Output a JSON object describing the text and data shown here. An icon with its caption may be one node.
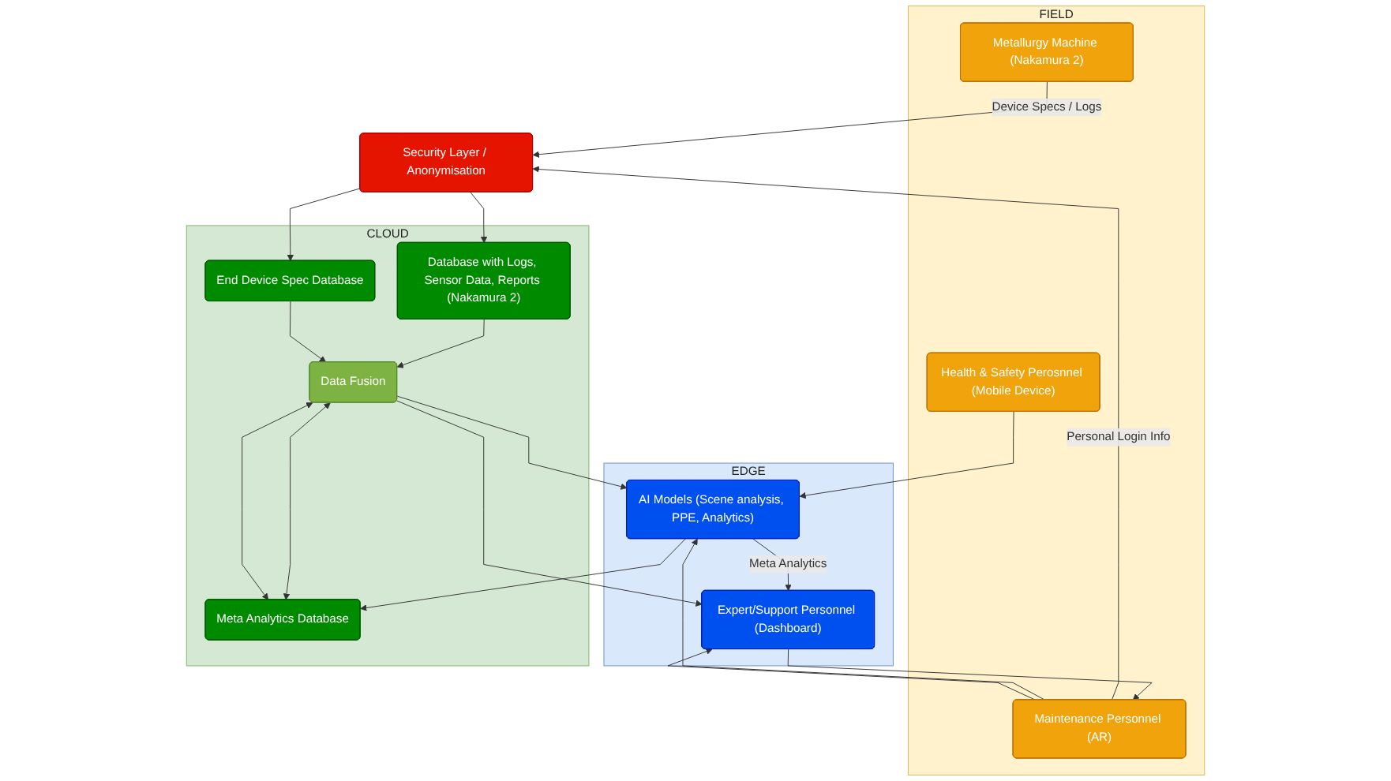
{
  "diagram": {
    "nodes": [
      {
        "text": [
          "Security Layer / Anonymisation"
        ]
      },
      {
        "text": [
          "FIELD"
        ]
      },
      {
        "text": [
          "Metallurgy Machine (Nakamura 2)"
        ],
        "in": 1
      },
      {
        "text": [
          "Health & Safety Perosnnel (Mobile Device)"
        ],
        "in": 1
      },
      {
        "text": [
          "Maintenance Personnel (AR)"
        ],
        "in": 1
      },
      {
        "text": [
          "EDGE"
        ]
      },
      {
        "text": [
          "AI Models (Scene analysis, PPE, Analytics)"
        ],
        "in": 5
      },
      {
        "text": [
          "Expert/Support Personnel (Dashboard)"
        ],
        "in": 5
      },
      {
        "text": [
          "CLOUD"
        ]
      },
      {
        "text": [
          "Data Fusion"
        ],
        "in": 8
      },
      {
        "text": [
          "Database with Logs, Sensor Data, Reports (Nakamura 2)"
        ],
        "in": 8
      },
      {
        "text": [
          "End Device Spec Database"
        ],
        "in": 8
      },
      {
        "text": [
          "Meta Analytics Database"
        ],
        "in": 8
      }
    ],
    "edges": [
      {
        "from": 2,
        "to": 0,
        "arrow": "to",
        "label": "Device Specs / Logs"
      },
      {
        "from": 4,
        "to": 0,
        "arrow": "to",
        "label": "Personal Login Info"
      },
      {
        "from": 0,
        "to": 10,
        "arrow": "to"
      },
      {
        "from": 0,
        "to": 11,
        "arrow": "to"
      },
      {
        "from": 3,
        "to": 6,
        "arrow": "to"
      },
      {
        "from": 4,
        "to": 6,
        "arrow": "to"
      },
      {
        "from": 4,
        "to": 7,
        "arrow": "to"
      },
      {
        "from": 6,
        "to": 7,
        "arrow": "to",
        "label": "Meta Analytics"
      },
      {
        "from": 7,
        "to": 4,
        "arrow": "to"
      },
      {
        "from": 6,
        "to": 12,
        "arrow": "to"
      },
      {
        "from": 10,
        "to": 9,
        "arrow": "to"
      },
      {
        "from": 11,
        "to": 9,
        "arrow": "to"
      },
      {
        "from": 9,
        "to": 6,
        "arrow": "to"
      },
      {
        "from": 9,
        "to": 12,
        "arrow": "both"
      },
      {
        "from": 9,
        "to": 12,
        "arrow": "both"
      },
      {
        "from": 9,
        "to": 7,
        "arrow": "to"
      }
    ]
  }
}
